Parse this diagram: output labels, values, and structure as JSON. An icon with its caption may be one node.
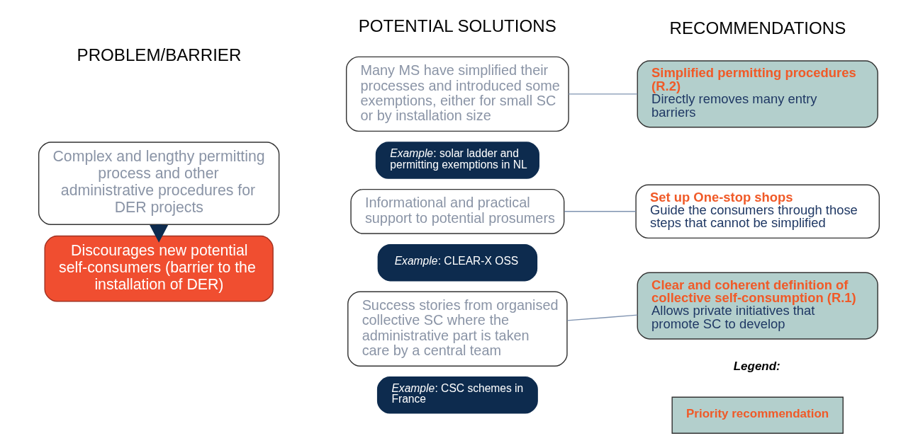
{
  "diagram": {
    "nodes": [
      {
        "text": [
          "Complex and lengthy permitting process and other administrative procedures for DER projects"
        ]
      },
      {
        "text": [
          "Discourages new potential self-consumers (barrier to the installation of DER)"
        ]
      },
      {
        "text": [
          "Many MS have simplified their processes and introduced some exemptions, either for small SC or by installation size"
        ]
      },
      {
        "text": [
          "*Example*: solar ladder and permitting exemptions in NL"
        ]
      },
      {
        "text": [
          "Simplified permitting procedures (R.2)",
          "Directly removes many entry barriers"
        ]
      },
      {
        "text": [
          "Informational and practical support to potential prosumers"
        ]
      },
      {
        "text": [
          "*Example*: CLEAR-X OSS"
        ]
      },
      {
        "text": [
          "Set up One-stop shops",
          "Guide the consumers through those steps that cannot be simplified"
        ]
      },
      {
        "text": [
          "Success stories from organised collective SC where the administrative part is taken care by a central team"
        ]
      },
      {
        "text": [
          "*Example*: CSC schemes in France"
        ]
      },
      {
        "text": [
          "Clear and coherent definition of collective self-consumption (R.1)",
          "Allows private initiatives that promote SC to develop"
        ]
      }
    ],
    "edges": [
      {
        "from": 0,
        "to": 1,
        "arrow": "to",
        "style": "thick",
        "color": "#0d2b4e"
      },
      {
        "from": 2,
        "to": 4,
        "arrow": "none"
      },
      {
        "from": 5,
        "to": 7,
        "arrow": "none"
      },
      {
        "from": 8,
        "to": 10,
        "arrow": "none"
      }
    ],
    "labels": [
      "PROBLEM/BARRIER",
      "POTENTIAL SOLUTIONS",
      "RECOMMENDATIONS",
      "Legend:"
    ],
    "legend": [
      {
        "text": "Priority recommendation",
        "color": "#b3cfcc"
      }
    ]
  }
}
